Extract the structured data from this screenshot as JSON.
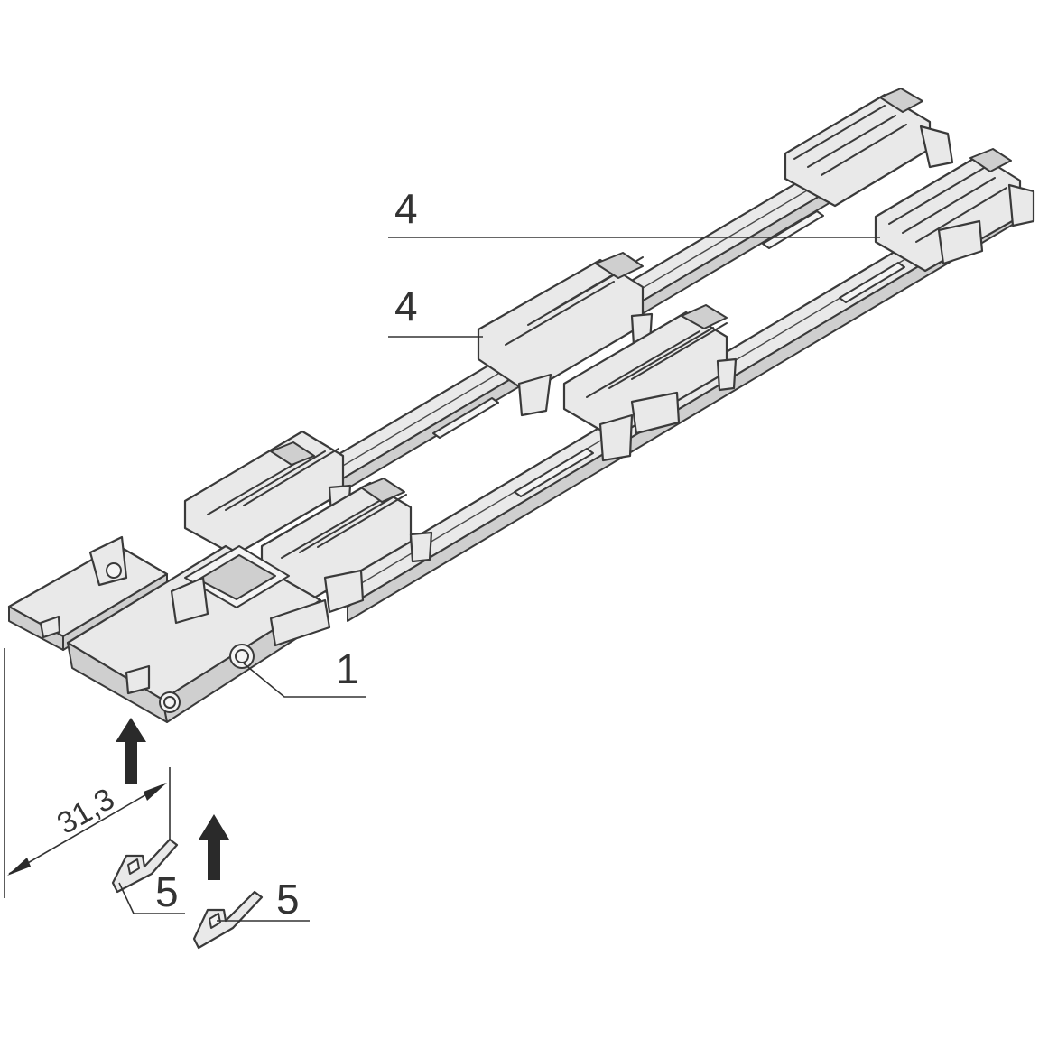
{
  "callouts": {
    "top_rail": "4",
    "lower_rail": "4",
    "base_plate": "1",
    "clip_left": "5",
    "clip_right": "5"
  },
  "dimension": {
    "value": "31,3"
  },
  "colors": {
    "line": "#3a3a3a",
    "fill": "#e9e9e9",
    "background": "#ffffff"
  }
}
